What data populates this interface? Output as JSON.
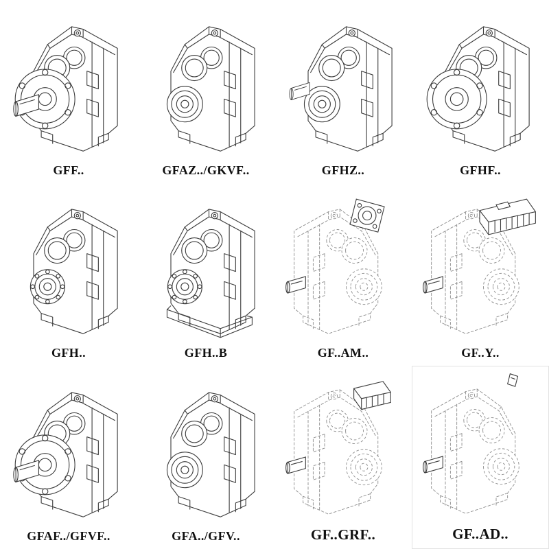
{
  "catalog": {
    "items": [
      {
        "label": "GFF..",
        "drawing": "flange-output-gearbox"
      },
      {
        "label": "GFAZ../GKVF..",
        "drawing": "shaft-boss-gearbox"
      },
      {
        "label": "GFHZ..",
        "drawing": "shaft-boss-gearbox"
      },
      {
        "label": "GFHF..",
        "drawing": "flange-output-gearbox"
      },
      {
        "label": "GFH..",
        "drawing": "foot-mounted-gearbox"
      },
      {
        "label": "GFH..B",
        "drawing": "foot-mounted-gearbox-with-base"
      },
      {
        "label": "GF..AM..",
        "drawing": "gearbox-with-input-flange-phantom"
      },
      {
        "label": "GF..Y..",
        "drawing": "gearbox-with-motor-phantom"
      },
      {
        "label": "GFAF../GFVF..",
        "drawing": "flange-output-gearbox"
      },
      {
        "label": "GFA../GFV..",
        "drawing": "shaft-boss-gearbox"
      },
      {
        "label": "GF..GRF..",
        "drawing": "gearbox-with-adapter-phantom"
      },
      {
        "label": "GF..AD..",
        "drawing": "gearbox-with-input-shaft-phantom"
      }
    ]
  },
  "colors": {
    "line": "#3c3c3c",
    "phantom_line": "#8f8f8f",
    "label_text": "#101010",
    "background": "#ffffff"
  }
}
